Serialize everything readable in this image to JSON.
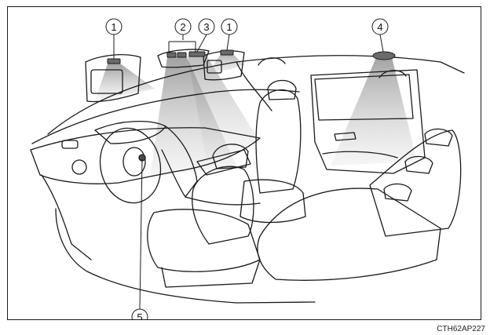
{
  "figure": {
    "callouts": [
      {
        "id": "c1a",
        "number": "1",
        "part": "vanity-light-driver"
      },
      {
        "id": "c2",
        "number": "2",
        "part": "front-personal-lights"
      },
      {
        "id": "c3",
        "number": "3",
        "part": "front-interior-light"
      },
      {
        "id": "c1b",
        "number": "1",
        "part": "vanity-light-passenger"
      },
      {
        "id": "c4",
        "number": "4",
        "part": "rear-interior-light"
      },
      {
        "id": "c5",
        "number": "5",
        "part": "engine-switch-light"
      }
    ],
    "code": "CTH62AP227",
    "colors": {
      "line": "#1a1a1a",
      "beam": "#9a9a9a",
      "lamp": "#6a6a6a"
    }
  }
}
